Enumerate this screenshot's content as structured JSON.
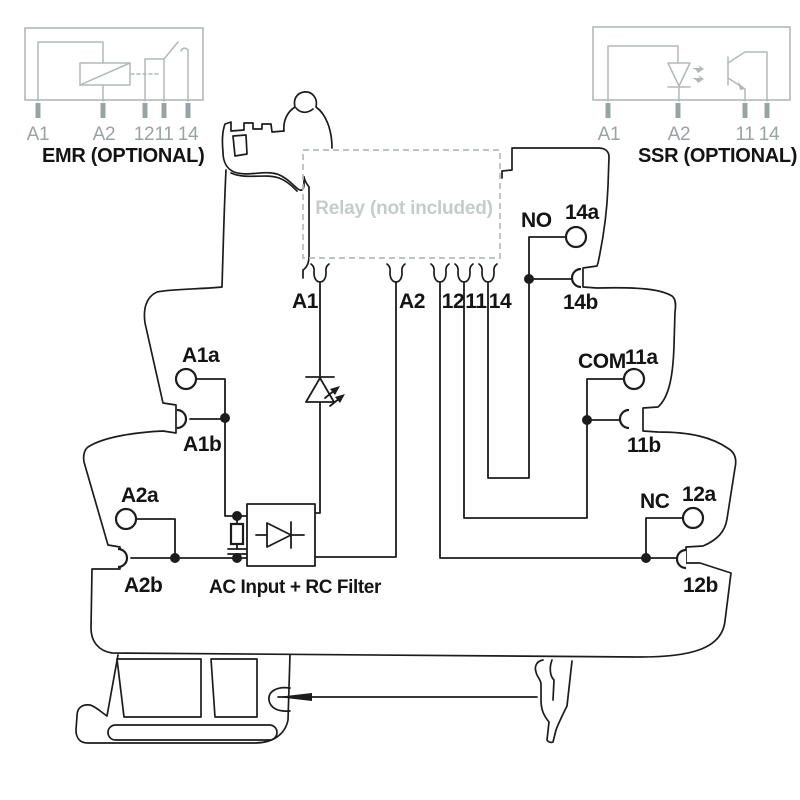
{
  "emr_module": {
    "title": "EMR (OPTIONAL)",
    "terminals": [
      "A1",
      "A2",
      "12",
      "11",
      "14"
    ]
  },
  "ssr_module": {
    "title": "SSR (OPTIONAL)",
    "terminals": [
      "A1",
      "A2",
      "11",
      "14"
    ]
  },
  "relay_socket": {
    "label": "Relay (not included)",
    "pins": [
      "A1",
      "A2",
      "12",
      "11",
      "14"
    ]
  },
  "input_block": {
    "label": "AC Input + RC Filter"
  },
  "terminals": {
    "a1a": "A1a",
    "a1b": "A1b",
    "a2a": "A2a",
    "a2b": "A2b",
    "no": "NO",
    "t14a": "14a",
    "t14b": "14b",
    "com": "COM",
    "t11a": "11a",
    "t11b": "11b",
    "nc": "NC",
    "t12a": "12a",
    "t12b": "12b"
  },
  "colors": {
    "line": "#1c1c1c",
    "gray_schematic": "#b2b8b8",
    "gray_label": "#9aa3a3",
    "relay_dash": "#b5bbbb",
    "relay_text": "#c6cbcb"
  }
}
